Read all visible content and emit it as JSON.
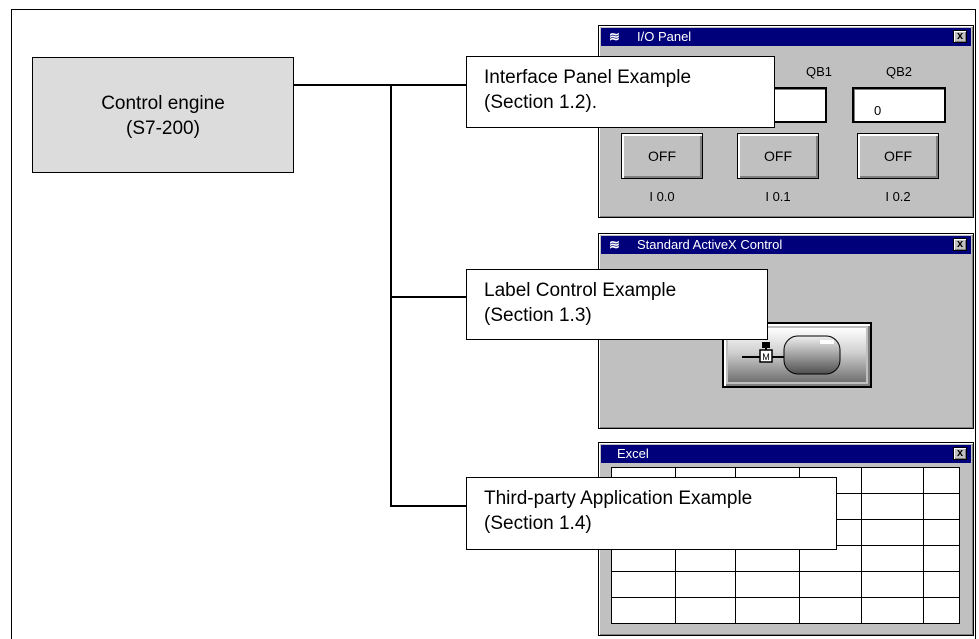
{
  "engine": {
    "line1": "Control engine",
    "line2": "(S7-200)"
  },
  "examples": [
    {
      "line1": "Interface Panel Example",
      "line2": "(Section 1.2)."
    },
    {
      "line1": "Label Control Example",
      "line2": "(Section 1.3)"
    },
    {
      "line1": "Third-party Application Example",
      "line2": "(Section 1.4)"
    }
  ],
  "io_panel": {
    "title": "I/O Panel",
    "close": "x",
    "outputs": [
      {
        "label": "QB1",
        "value": ""
      },
      {
        "label": "QB2",
        "value": "0"
      }
    ],
    "buttons": [
      {
        "text": "OFF",
        "label": "I 0.0"
      },
      {
        "text": "OFF",
        "label": "I 0.1"
      },
      {
        "text": "OFF",
        "label": "I 0.2"
      }
    ]
  },
  "activex": {
    "title": "Standard ActiveX Control",
    "close": "x"
  },
  "excel": {
    "title": "Excel",
    "close": "x"
  },
  "colors": {
    "titlebar": "#00007b",
    "window": "#c0c0c0",
    "engine_fill": "#dcdcdc"
  }
}
